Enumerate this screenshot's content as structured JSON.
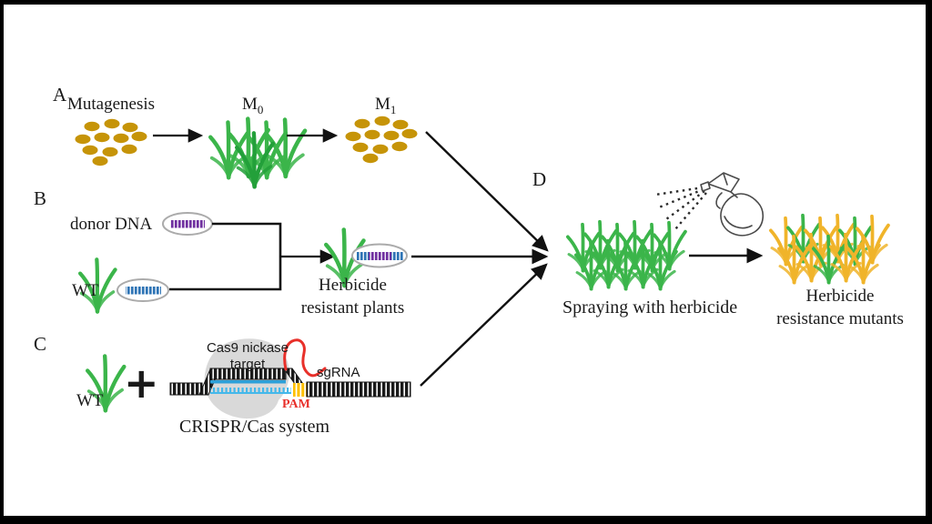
{
  "figure": {
    "palette": {
      "green": "#3bb54a",
      "green2": "#23a03a",
      "seed": "#c69408",
      "gold": "#f0b42a",
      "purple": "#7030a0",
      "blue": "#2e74b5",
      "lblue": "#45b8ea",
      "bline": "#2da0d8",
      "yellow": "#ffc000",
      "red": "#e8302a",
      "blob": "#d9d9d9",
      "oval": "#ababab",
      "ink": "#1a1a1a"
    },
    "icons": {
      "seed-cluster": "cluster of golden seeds",
      "seedling": "green rice seedling",
      "plasmid-oval": "oval vector containing striped DNA bar",
      "dna-double-strand": "black hatched DNA ladder",
      "cas9-blob": "gray Cas9 protein blob",
      "sgrna-loop": "red sgRNA hairpin",
      "spray-bottle": "hand-drawn herbicide spray bottle",
      "spray-mist": "dotted spray rays",
      "plant-field-green": "field of green plants",
      "plant-field-mutant": "field of yellow and green plants"
    },
    "panel_a": {
      "label": "A",
      "mutagenesis_label": "Mutagenesis",
      "m0": {
        "base": "M",
        "sub": "0"
      },
      "m1": {
        "base": "M",
        "sub": "1"
      }
    },
    "panel_b": {
      "label": "B",
      "donor_dna_label": "donor DNA",
      "wt_label": "WT",
      "result_line1": "Herbicide",
      "result_line2": "resistant plants"
    },
    "panel_c": {
      "label": "C",
      "wt_label": "WT",
      "plus": "+",
      "cas9_label": "Cas9 nickase",
      "target_label": "target",
      "sgrna_label": "sgRNA",
      "pam_label": "PAM",
      "system_label": "CRISPR/Cas system"
    },
    "panel_d": {
      "label": "D",
      "spray_label": "Spraying with herbicide",
      "result_line1": "Herbicide",
      "result_line2": "resistance mutants"
    }
  }
}
